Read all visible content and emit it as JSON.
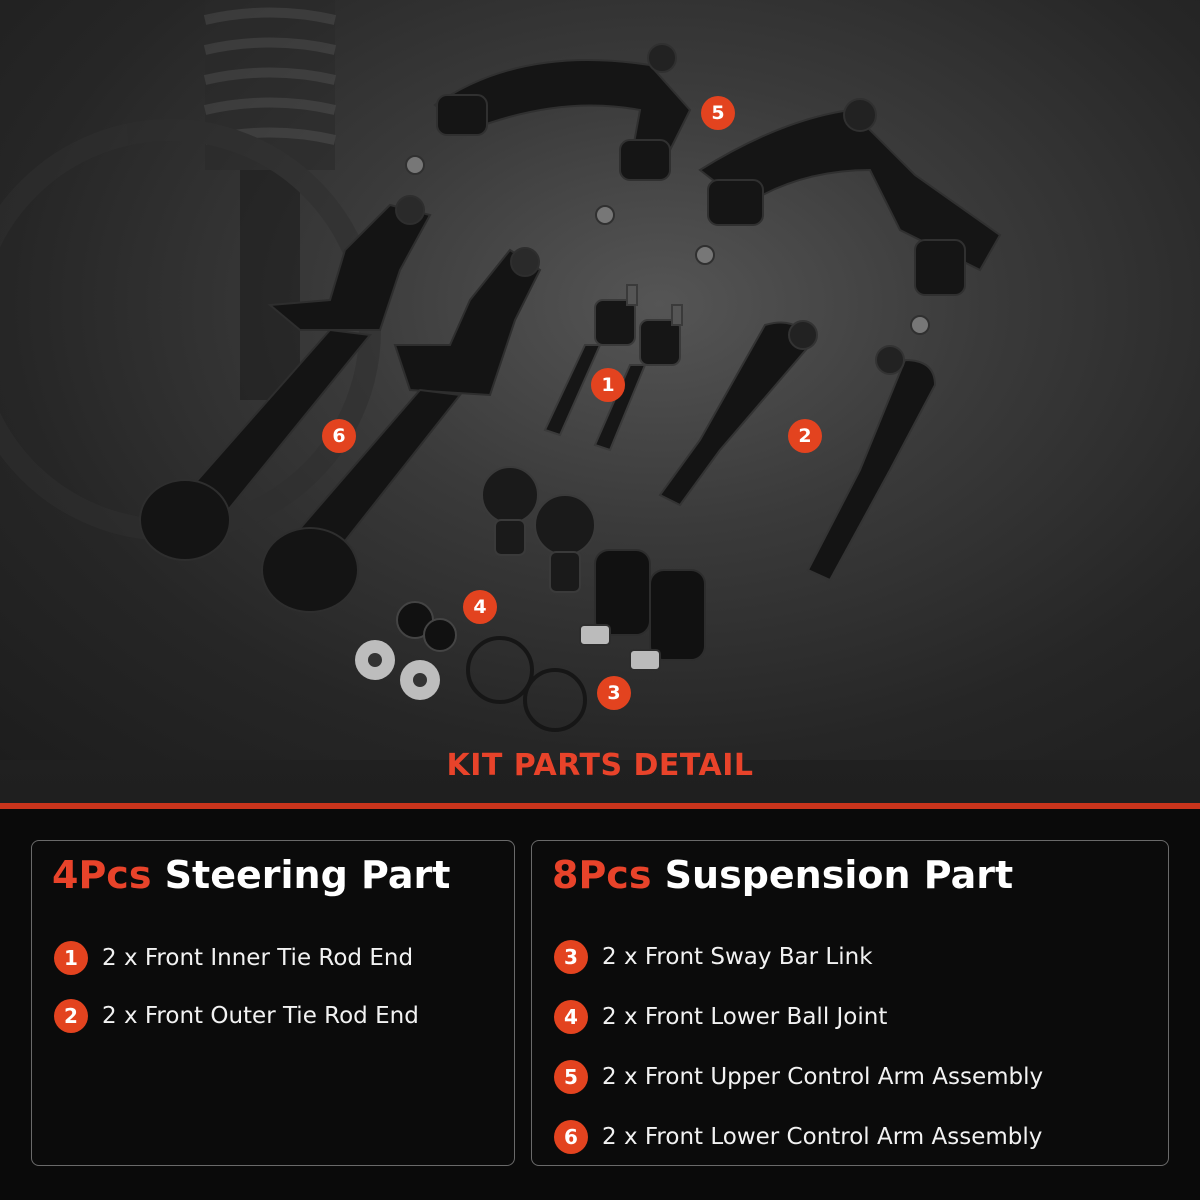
{
  "callouts": [
    "1",
    "2",
    "3",
    "4",
    "5",
    "6"
  ],
  "kit_title": "KIT PARTS DETAIL",
  "steering": {
    "count": "4Pcs",
    "title": "Steering Part",
    "items": [
      {
        "num": "1",
        "text": "2 x Front Inner Tie Rod End"
      },
      {
        "num": "2",
        "text": "2 x Front Outer Tie Rod End"
      }
    ]
  },
  "suspension": {
    "count": "8Pcs",
    "title": "Suspension Part",
    "items": [
      {
        "num": "3",
        "text": "2 x Front Sway Bar Link"
      },
      {
        "num": "4",
        "text": "2 x Front Lower Ball Joint"
      },
      {
        "num": "5",
        "text": "2 x Front Upper Control Arm Assembly"
      },
      {
        "num": "6",
        "text": "2 x Front Lower Control Arm Assembly"
      }
    ]
  },
  "colors": {
    "accent": "#e3431f",
    "title_accent": "#e8432a",
    "divider": "#c9341c",
    "panel_border": "#6a6a6a"
  }
}
